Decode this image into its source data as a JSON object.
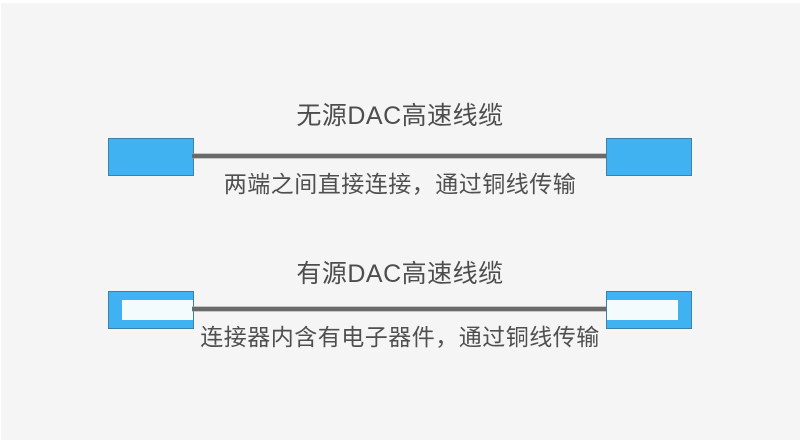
{
  "page": {
    "background": "#f5f5f6",
    "frame_color": "#ffffff"
  },
  "colors": {
    "connector_fill": "#41b2f1",
    "connector_border": "#3d80a8",
    "connector_inner_module": "#f3fbfd",
    "cable_line": "#6a6a6a",
    "text": "#4d4d4d"
  },
  "diagrams": [
    {
      "id": "passive-dac",
      "title": "无源DAC高速线缆",
      "caption": "两端之间直接连接，通过铜线传输",
      "connector_style": "solid-blue",
      "link": "copper-wire"
    },
    {
      "id": "active-dac",
      "title": "有源DAC高速线缆",
      "caption": "连接器内含有电子器件，通过铜线传输",
      "connector_style": "blue-with-inner-electronics-module",
      "link": "copper-wire"
    }
  ]
}
